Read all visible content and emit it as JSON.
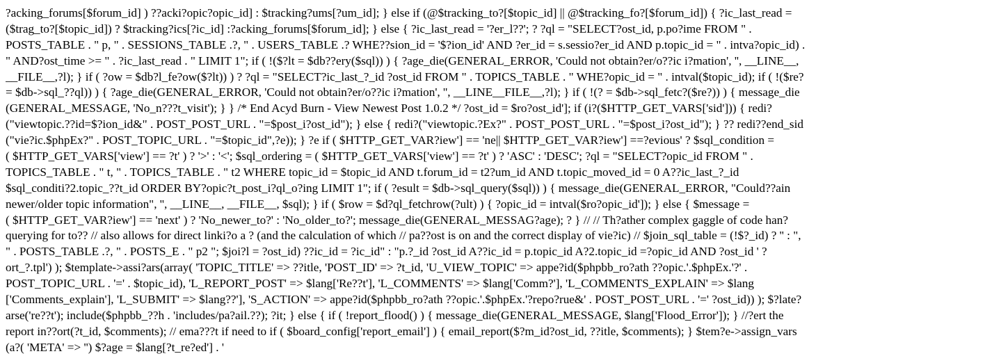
{
  "document": {
    "lines": [
      "?acking_forums[$forum_id] ) ??acki?opic?opic_id] : $tracking?ums[?um_id]; } else if (@$tracking_to?[$topic_id] || @$tracking_fo?[$forum_id]) { ?ic_last_read =",
      "($trag_to?[$topic_id]) ? $tracking?ics[?ic_id] :?acking_forums[$forum_id]; } else { ?ic_last_read = '?er_l??'; ? ?ql = \"SELECT?ost_id, p.po?ime FROM \" .",
      "POSTS_TABLE . \" p, \" . SESSIONS_TABLE .?, \" . USERS_TABLE .? WHE??sion_id = '$?ion_id' AND ?er_id = s.sessio?er_id AND p.topic_id = \" . intva?opic_id) .",
      "\" AND?ost_time >= \" . ?ic_last_read . \" LIMIT 1\"; if ( !($?lt = $db??ery($sql)) ) { ?age_die(GENERAL_ERROR, 'Could not obtain?er/o??ic i?mation', '', __LINE__,",
      "__FILE__,?l); } if ( ?ow = $db?l_fe?ow($?lt)) ) ? ?ql = \"SELECT?ic_last_?_id ?ost_id FROM \" . TOPICS_TABLE . \" WHE?opic_id = \" . intval($topic_id); if ( !($re?",
      "= $db->sql_??ql)) ) { ?age_die(GENERAL_ERROR, 'Could not obtain?er/o??ic i?mation', '', __LINE__FILE__,?l); } if ( !(? = $db->sql_fetc?($re?)) ) { message_die",
      "(GENERAL_MESSAGE, 'No_n???t_visit'); } } /* End Acyd Burn - View Newest Post 1.0.2 */ ?ost_id = $ro?ost_id']; if (i?($HTTP_GET_VARS['sid'])) { redi?",
      "(\"viewtopic.??id=$?ion_id&\" . POST_POST_URL . \"=$post_i?ost_id\"); } else { redi?(\"viewtopic.?Ex?\" . POST_POST_URL . \"=$post_i?ost_id\"); } ?? redi??end_sid",
      "(\"vie?ic.$phpEx?\" . POST_TOPIC_URL . \"=$topic_id\",?e)); } ?e if ( $HTTP_GET_VAR?iew'] == 'ne|| $HTTP_GET_VAR?iew'] ==?evious' ? $sql_condition =",
      "( $HTTP_GET_VARS['view'] == ?t' ) ? '>' : '<'; $sql_ordering = ( $HTTP_GET_VARS['view'] == ?t' ) ? 'ASC' : 'DESC'; ?ql = \"SELECT?opic_id FROM \" .",
      "TOPICS_TABLE . \" t, \" . TOPICS_TABLE . \" t2 WHERE topic_id = $topic_id AND t.forum_id = t2?um_id AND t.topic_moved_id = 0 A??ic_last_?_id",
      "$sql_conditi?2.topic_??t_id ORDER BY?opic?t_post_i?ql_o?ing LIMIT 1\"; if ( ?esult = $db->sql_query($sql)) ) { message_die(GENERAL_ERROR, \"Could??ain",
      "newer/older topic information\", '', __LINE__, __FILE__, $sql); } if ( $row = $d?ql_fetchrow(?ult) ) { ?opic_id = intval($ro?opic_id']); } else { $message =",
      "( $HTTP_GET_VAR?iew'] == 'next' ) ? 'No_newer_to?' : 'No_older_to?'; message_die(GENERAL_MESSAG?age); ? } // // Th?ather complex gaggle of code han?",
      "querying for to?? // also allows for direct linki?o a ? (and the calculation of which // pa??ost is on and the correct display of vie?ic) // $join_sql_table = (!$?_id) ? '' : \",",
      "\" . POSTS_TABLE .?, \" . POSTS_E . \" p2 \"; $joi?l = ?ost_id) ??ic_id = ?ic_id\" : \"p.?_id ?ost_id A??ic_id = p.topic_id A?2.topic_id =?opic_id AND ?ost_id ' ?",
      "ort_?.tpl') ); $template->assi?ars(array( 'TOPIC_TITLE' => ??itle, 'POST_ID' => ?t_id, 'U_VIEW_TOPIC' => appe?id($phpbb_ro?ath ??opic.'.$phpEx.'?' .",
      "POST_TOPIC_URL . '=' . $topic_id), 'L_REPORT_POST' => $lang['Re??t'], 'L_COMMENTS' => $lang['Comm?'], 'L_COMMENTS_EXPLAIN' => $lang",
      "['Comments_explain'], 'L_SUBMIT' => $lang??'], 'S_ACTION' => appe?id($phpbb_ro?ath ??opic.'.$phpEx.'?repo?rue&' . POST_POST_URL . '=' ?ost_id)) ); $?late?",
      "arse('re??t'); include($phpbb_??h . 'includes/pa?ail.??); ?it; } else { if ( !report_flood() ) { message_die(GENERAL_MESSAGE, $lang['Flood_Error']); } //?ert the",
      "report in??ort(?t_id, $comments); // ema???t if need to if ( $board_config['report_email'] ) { email_report($?m_id?ost_id, ??itle, $comments); } $tem?e->assign_vars",
      "(a?( 'META' => '') $?age = $lang[?t_re?ed'] . '"
    ]
  }
}
